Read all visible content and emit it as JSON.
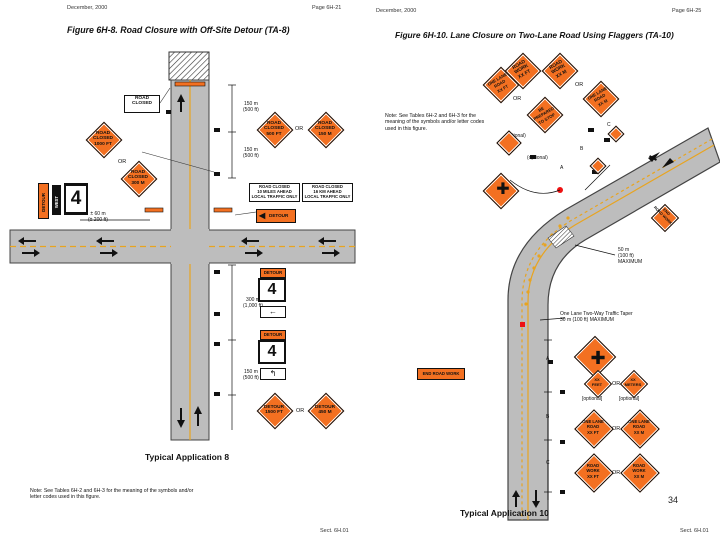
{
  "left": {
    "header_date": "December, 2000",
    "header_page": "Page 6H-21",
    "figure_title": "Figure 6H-8.  Road Closure with Off-Site Detour (TA-8)",
    "typical_application": "Typical Application 8",
    "note": "Note: See Tables 6H-2 and 6H-3 for the meaning of the symbols and/or letter codes used in this figure.",
    "footer": "Sect. 6H.01",
    "signs": {
      "road_closed": "ROAD\nCLOSED",
      "road_closed_500ft": "ROAD\nCLOSED\n500 FT",
      "road_closed_150m": "ROAD\nCLOSED\n150 M",
      "road_closed_1000ft": "ROAD\nCLOSED\n1000 FT",
      "road_closed_300m": "ROAD\nCLOSED\n300 M",
      "road_closed_ahead_mi": "ROAD CLOSED\n10 MILES AHEAD\nLOCAL TRAFFIC ONLY",
      "road_closed_ahead_km": "ROAD CLOSED\n16 KM AHEAD\nLOCAL TRAFFIC ONLY",
      "detour_arrow": "DETOUR",
      "detour_1": "DETOUR",
      "detour_2": "DETOUR",
      "detour_1500ft": "DETOUR\n1500 FT",
      "detour_450m": "DETOUR\n450 M",
      "route_number": "4",
      "detour_vert": "DETOUR",
      "west_vert": "WEST"
    },
    "dims": {
      "d1": "150 m\n(500 ft)",
      "d2": "150 m\n(500 ft)",
      "d3": "± 60 m\n(± 200 ft)",
      "d4": "300 m\n(1,000 ft)",
      "d5": "150 m\n(500 ft)"
    },
    "or_label": "OR"
  },
  "right": {
    "header_date": "December, 2000",
    "header_page": "Page 6H-25",
    "figure_title": "Figure 6H-10.  Lane Closure on Two-Lane Road Using Flaggers (TA-10)",
    "typical_application": "Typical Application 10",
    "note": "Note: See Tables 6H-2 and 6H-3 for the meaning of the symbols and/or letter codes used in this figure.",
    "optional_1": "(optional)",
    "optional_2": "(optional)",
    "optional_3": "[optional]",
    "optional_4": "[optional]",
    "dim_50m": "50 m\n(100 ft)\nMAXIMUM",
    "taper_label": "One Lane Two-Way Traffic Taper\n30 m (100 ft) MAXIMUM",
    "letters": {
      "a": "A",
      "b": "B",
      "c": "C"
    },
    "signs": {
      "road_work_xxft": "ROAD\nWORK\nXX FT",
      "road_work_xxm": "ROAD\nWORK\nXX M",
      "one_lane_road_ft": "ONE LANE\nROAD\nXX FT",
      "one_lane_road_m": "ONE LANE\nROAD\nXX M",
      "be_prepared_stop": "BE\nPREPARED\nTO STOP",
      "xx_feet": "XX\nFEET",
      "xx_meters": "XX\nMETERS",
      "end_road_work": "END ROAD WORK",
      "end_road_work_rot": "END\nROAD WORK"
    },
    "or_label": "OR",
    "page_number": "34",
    "footer": "Sect. 6H.01"
  }
}
